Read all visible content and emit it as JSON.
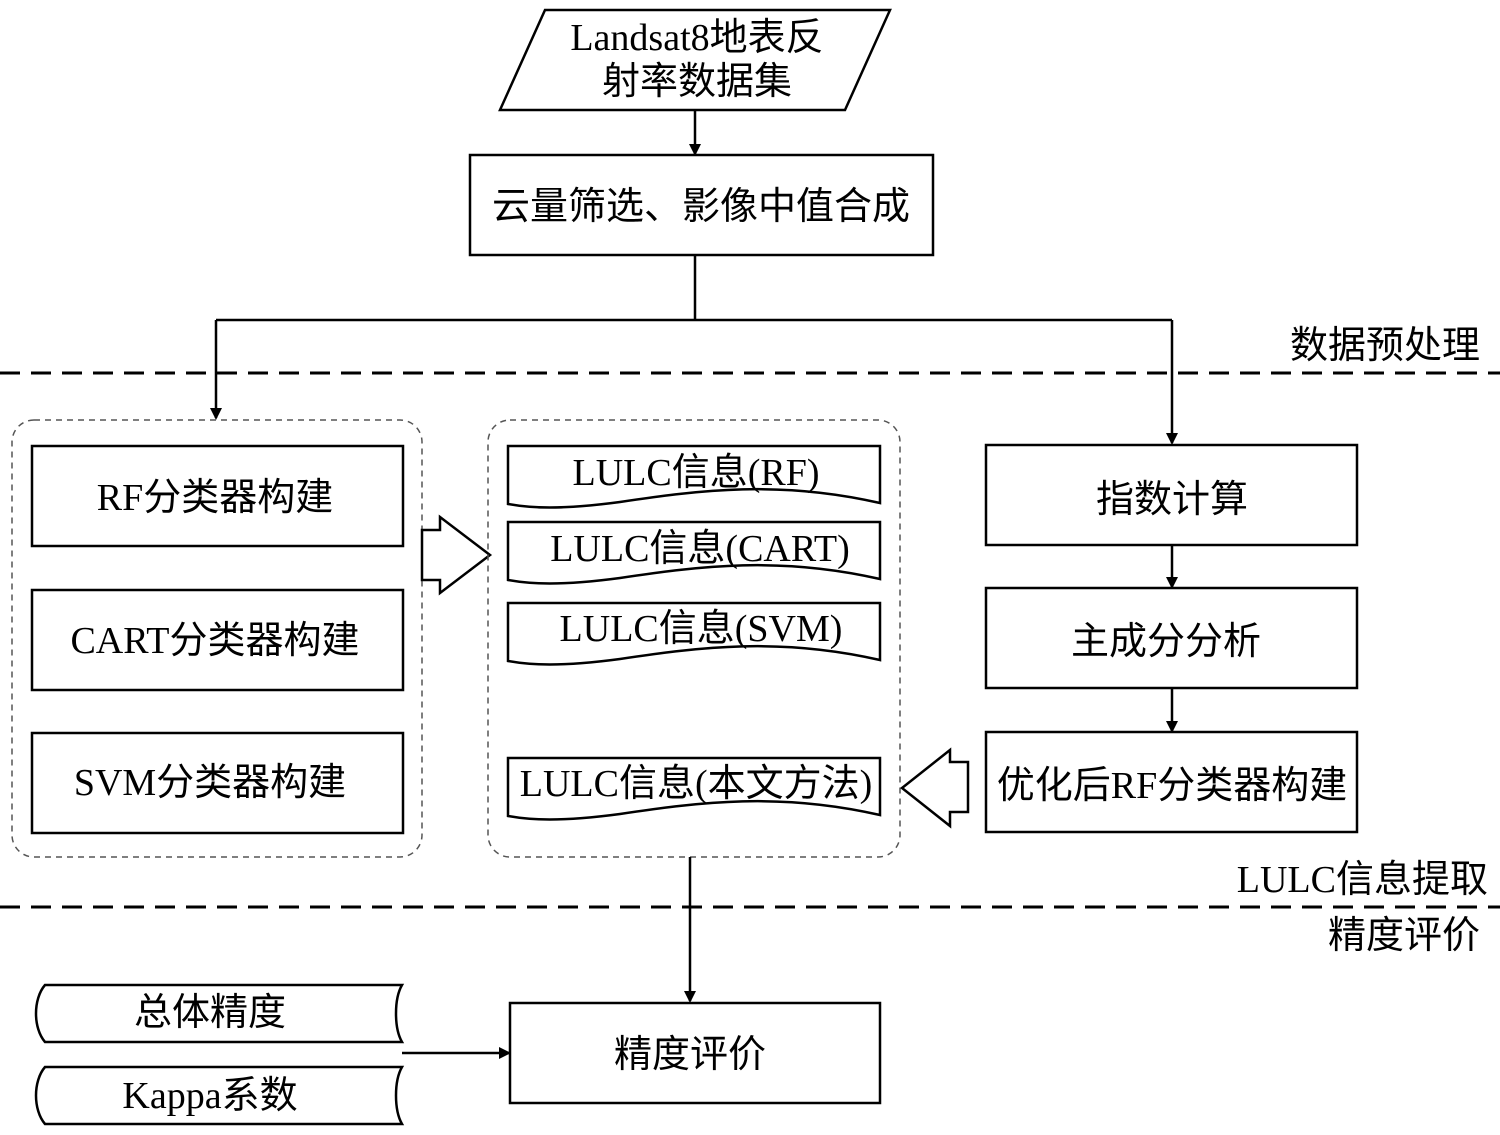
{
  "input": {
    "line1": "Landsat8地表反",
    "line2": "射率数据集"
  },
  "preprocess": {
    "label": "云量筛选、影像中值合成"
  },
  "sections": {
    "preprocessing": "数据预处理",
    "extraction": "LULC信息提取",
    "evaluation": "精度评价"
  },
  "classifiers": [
    {
      "label": "RF分类器构建"
    },
    {
      "label": "CART分类器构建"
    },
    {
      "label": "SVM分类器构建"
    }
  ],
  "results": [
    {
      "label": "LULC信息(RF)"
    },
    {
      "label": "LULC信息(CART)"
    },
    {
      "label": "LULC信息(SVM)"
    },
    {
      "label": "LULC信息(本文方法)"
    }
  ],
  "pipeline": [
    {
      "label": "指数计算"
    },
    {
      "label": "主成分分析"
    },
    {
      "label": "优化后RF分类器构建"
    }
  ],
  "metrics": [
    {
      "label": "总体精度"
    },
    {
      "label": "Kappa系数"
    }
  ],
  "evaluation": {
    "label": "精度评价"
  }
}
